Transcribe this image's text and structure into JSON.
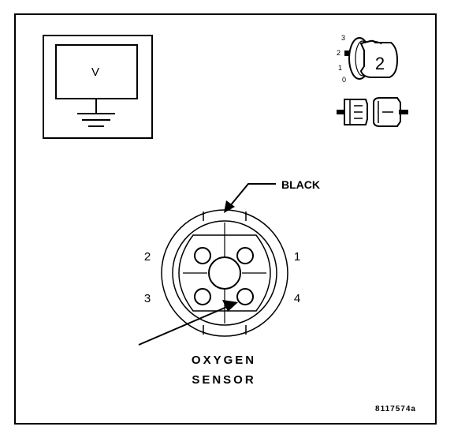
{
  "meter": {
    "symbol": "V"
  },
  "ignition": {
    "position_3": "3",
    "position_2": "2",
    "position_1": "1",
    "position_0": "0",
    "key_number": "2"
  },
  "connector": {
    "color_label": "BLACK",
    "pin_1": "1",
    "pin_2": "2",
    "pin_3": "3",
    "pin_4": "4"
  },
  "component": {
    "line1": "OXYGEN",
    "line2": "SENSOR"
  },
  "figure_id": "8117574a"
}
